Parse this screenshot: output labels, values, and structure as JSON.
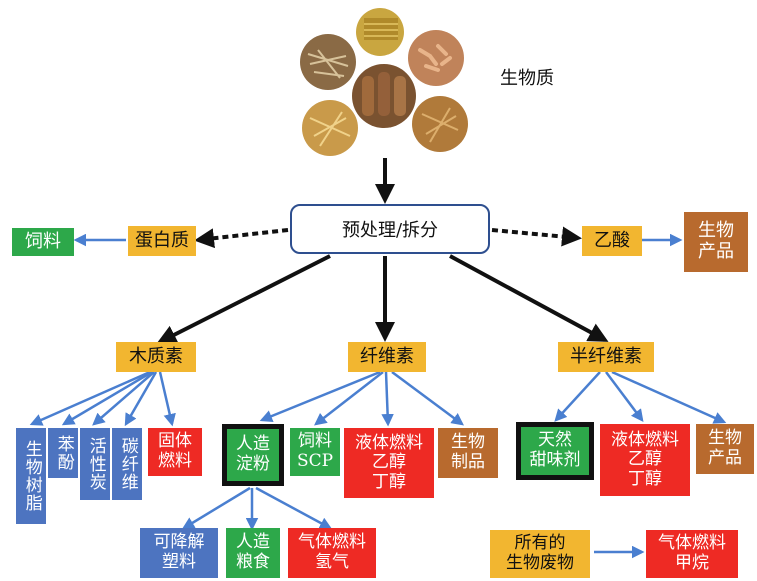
{
  "source": {
    "label": "生物质"
  },
  "center": {
    "label": "预处理/拆分"
  },
  "top_left": {
    "protein": "蛋白质",
    "feed": "饲料"
  },
  "top_right": {
    "acetic_acid": "乙酸",
    "bio_products": "生物\n产品"
  },
  "mid": {
    "lignin": "木质素",
    "cellulose": "纤维素",
    "hemicellulose": "半纤维素"
  },
  "lignin_children": [
    "生物树脂",
    "苯酚",
    "活性炭",
    "碳纤维",
    "固体\n燃料"
  ],
  "cellulose_children": {
    "starch": "人造\n淀粉",
    "scp": "饲料\nSCP",
    "liquid_fuel": "液体燃料\n乙醇\n丁醇",
    "products": "生物\n制品"
  },
  "starch_children": [
    "可降解\n塑料",
    "人造\n粮食",
    "气体燃料\n氢气"
  ],
  "hemi_children": {
    "sweetener": "天然\n甜味剂",
    "liquid_fuel": "液体燃料\n乙醇\n丁醇",
    "products": "生物\n产品"
  },
  "waste": {
    "all_waste": "所有的\n生物废物",
    "gas_fuel": "气体燃料\n甲烷"
  },
  "colors": {
    "green": "#2da84a",
    "orange": "#f2b630",
    "brown": "#b86a2e",
    "red": "#ee2a24",
    "blue": "#4d74c0",
    "arrow_blue": "#4a7fd0",
    "arrow_black": "#111111"
  }
}
